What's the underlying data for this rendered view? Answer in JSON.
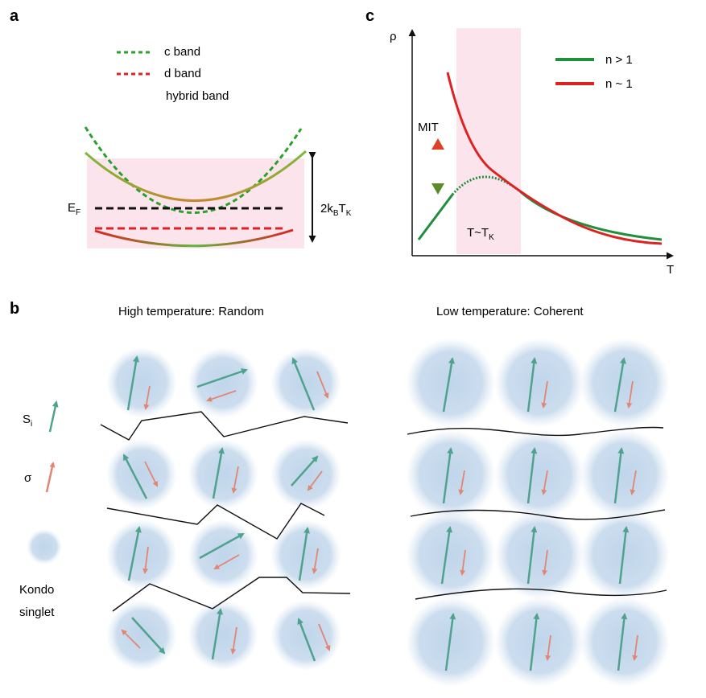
{
  "panel_a": {
    "letter": "a",
    "legend": {
      "c_band": "c band",
      "d_band": "d band",
      "hybrid_band": "hybrid band"
    },
    "fermi_label": {
      "main": "E",
      "sub": "F"
    },
    "energy_scale": {
      "prefix": "2k",
      "sub1": "B",
      "mid": "T",
      "sub2": "K"
    }
  },
  "panel_b": {
    "letter": "b",
    "title_left": "High temperature: Random",
    "title_right": "Low temperature: Coherent",
    "legend": {
      "spin_main": "S",
      "spin_sub": "i",
      "electron": "σ",
      "singlet_1": "Kondo",
      "singlet_2": "singlet"
    }
  },
  "panel_c": {
    "letter": "c",
    "y_axis": "ρ",
    "x_axis": "T",
    "legend": {
      "series_green": "n > 1",
      "series_red": "n ~ 1"
    },
    "mit_label": "MIT",
    "region_label": {
      "main": "T~T",
      "sub": "K"
    }
  },
  "colors": {
    "green": "#1f8f3c",
    "red": "#dd2222",
    "hybrid_green": "#7fb43a",
    "pink": "#fce4ec",
    "singlet_blue": "#c2d6ea",
    "spin_teal": "#4fa38d",
    "electron_salmon": "#e28573"
  }
}
